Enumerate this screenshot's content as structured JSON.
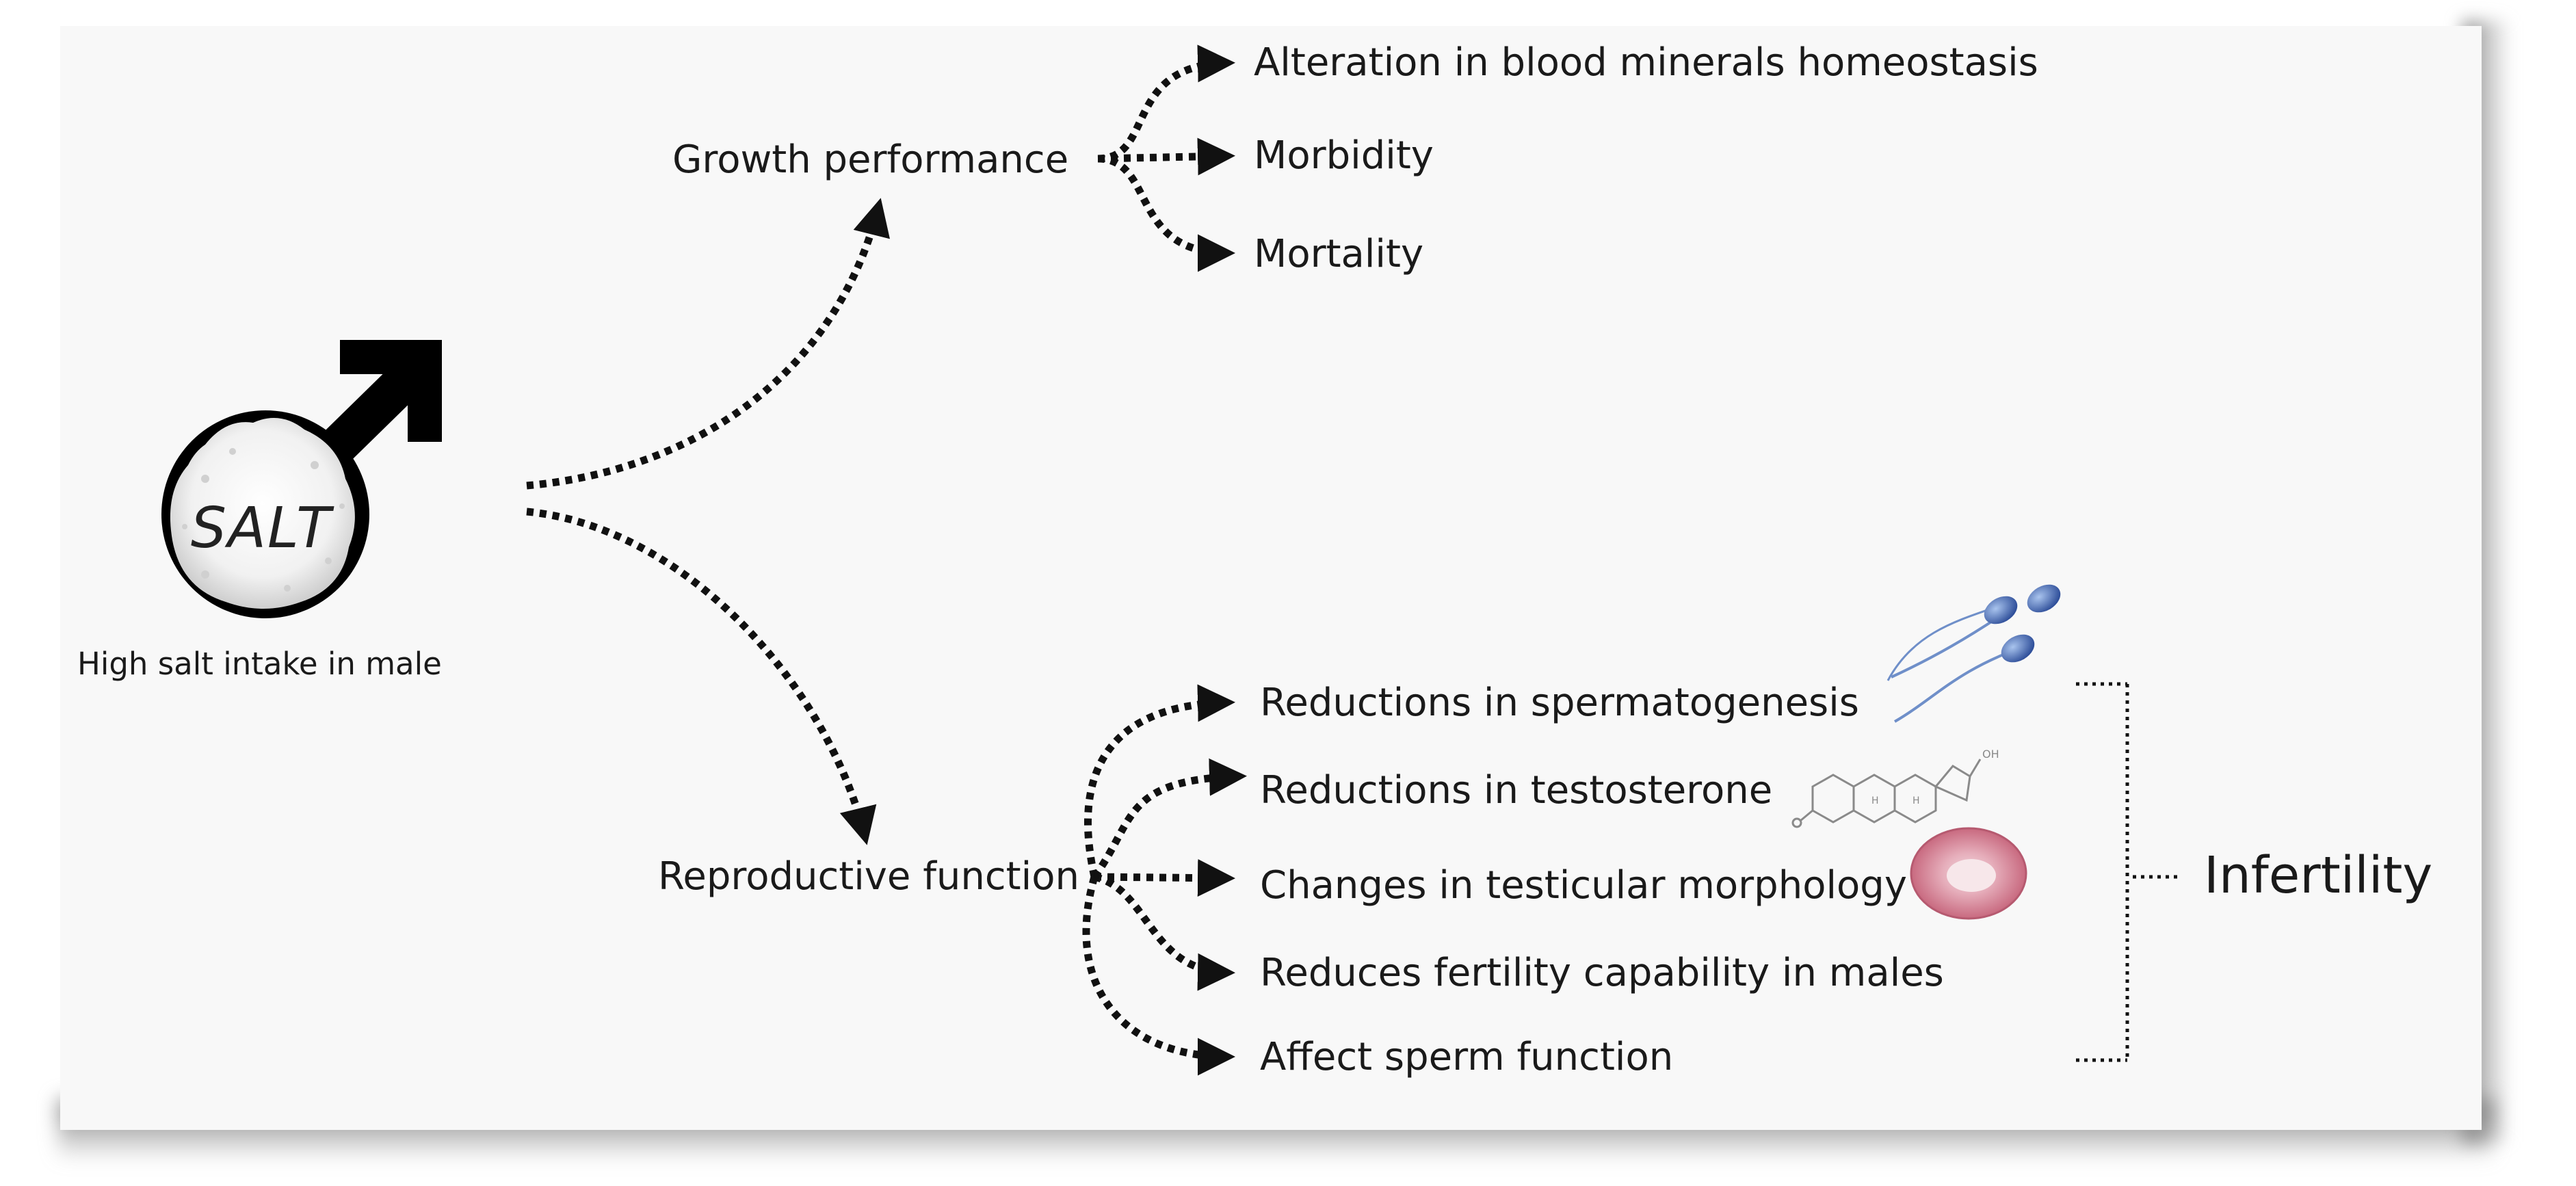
{
  "source": {
    "label": "High salt intake in male",
    "badge_text": "SALT"
  },
  "pathways": [
    {
      "title": "Growth performance",
      "effects": [
        "Alteration in blood minerals homeostasis",
        "Morbidity",
        "Mortality"
      ]
    },
    {
      "title": "Reproductive function",
      "effects": [
        "Reductions in spermatogenesis",
        "Reductions in testosterone",
        "Changes in testicular morphology",
        "Reduces fertility capability in males",
        "Affect sperm function"
      ]
    }
  ],
  "outcome": "Infertility",
  "colors": {
    "ink": "#111111",
    "panel": "#f8f8f8",
    "tissue": "#d98a9c",
    "sperm": "#3a5ea8"
  }
}
